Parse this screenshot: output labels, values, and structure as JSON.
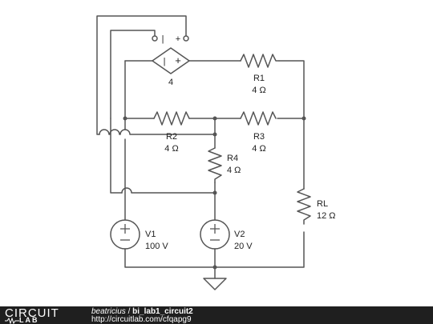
{
  "components": {
    "dep_source": {
      "gain": "4",
      "minus": "|",
      "plus": "+"
    },
    "control_port": {
      "minus": "|",
      "plus": "+"
    },
    "r1": {
      "name": "R1",
      "value": "4 Ω"
    },
    "r2": {
      "name": "R2",
      "value": "4 Ω"
    },
    "r3": {
      "name": "R3",
      "value": "4 Ω"
    },
    "r4": {
      "name": "R4",
      "value": "4 Ω"
    },
    "rl": {
      "name": "RL",
      "value": "12 Ω"
    },
    "v1": {
      "name": "V1",
      "value": "100 V",
      "plus": "+",
      "minus": "−"
    },
    "v2": {
      "name": "V2",
      "value": "20 V",
      "plus": "+",
      "minus": "−"
    }
  },
  "footer": {
    "logo_top": "CIRCUIT",
    "logo_bottom": "LAB",
    "author": "beatricius",
    "separator": " / ",
    "project": "bi_lab1_circuit2",
    "url": "http://circuitlab.com/cfqapg9"
  },
  "colors": {
    "wire": "#555555",
    "text": "#222222",
    "footer_bg": "#1f1f1f",
    "footer_text": "#ffffff"
  }
}
